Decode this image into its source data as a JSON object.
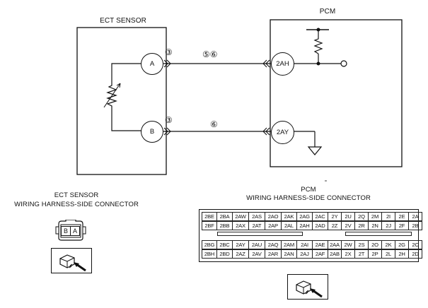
{
  "ect_sensor": {
    "title": "ECT SENSOR",
    "pin_a": "A",
    "pin_b": "B",
    "pin_a_marker": "③",
    "pin_b_marker": "③"
  },
  "pcm": {
    "title": "PCM",
    "pin_2ah": "2AH",
    "pin_2ay": "2AY"
  },
  "wires": {
    "upper_markers": "⑤⑥",
    "lower_markers": "⑥"
  },
  "ect_connector": {
    "title_line1": "ECT SENSOR",
    "title_line2": "WIRING HARNESS-SIDE CONNECTOR",
    "pins": [
      "B",
      "A"
    ]
  },
  "pcm_connector": {
    "title_line1": "PCM",
    "title_line2": "WIRING HARNESS-SIDE CONNECTOR",
    "rows": [
      [
        "2BE",
        "2BA",
        "2AW",
        "2AS",
        "2AO",
        "2AK",
        "2AG",
        "2AC",
        "2Y",
        "2U",
        "2Q",
        "2M",
        "2I",
        "2E",
        "2A"
      ],
      [
        "2BF",
        "2BB",
        "2AX",
        "2AT",
        "2AP",
        "2AL",
        "2AH",
        "2AD",
        "2Z",
        "2V",
        "2R",
        "2N",
        "2J",
        "2F",
        "2B"
      ],
      [
        "2BG",
        "2BC",
        "2AY",
        "2AU",
        "2AQ",
        "2AM",
        "2AI",
        "2AE",
        "2AA",
        "2W",
        "2S",
        "2O",
        "2K",
        "2G",
        "2C"
      ],
      [
        "2BH",
        "2BD",
        "2AZ",
        "2AV",
        "2AR",
        "2AN",
        "2AJ",
        "2AF",
        "2AB",
        "2X",
        "2T",
        "2P",
        "2L",
        "2H",
        "2D"
      ]
    ]
  }
}
